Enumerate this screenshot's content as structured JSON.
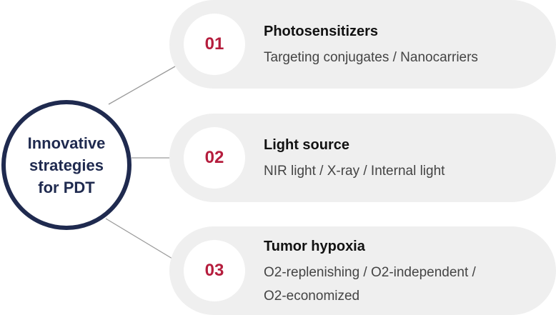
{
  "hub": {
    "title_lines": [
      "Innovative",
      "strategies",
      "for PDT"
    ]
  },
  "items": [
    {
      "number": "01",
      "title": "Photosensitizers",
      "desc_lines": [
        "Targeting conjugates / Nanocarriers"
      ]
    },
    {
      "number": "02",
      "title": "Light source",
      "desc_lines": [
        "NIR light / X-ray / Internal light"
      ]
    },
    {
      "number": "03",
      "title": "Tumor hypoxia",
      "desc_lines": [
        "O2-replenishing / O2-independent /",
        "O2-economized"
      ]
    }
  ],
  "colors": {
    "hub_border": "#1f2a4f",
    "hub_text": "#1f2a4f",
    "number": "#b51d3d",
    "pill_bg": "#efefef",
    "connector": "#9a9a9a"
  }
}
